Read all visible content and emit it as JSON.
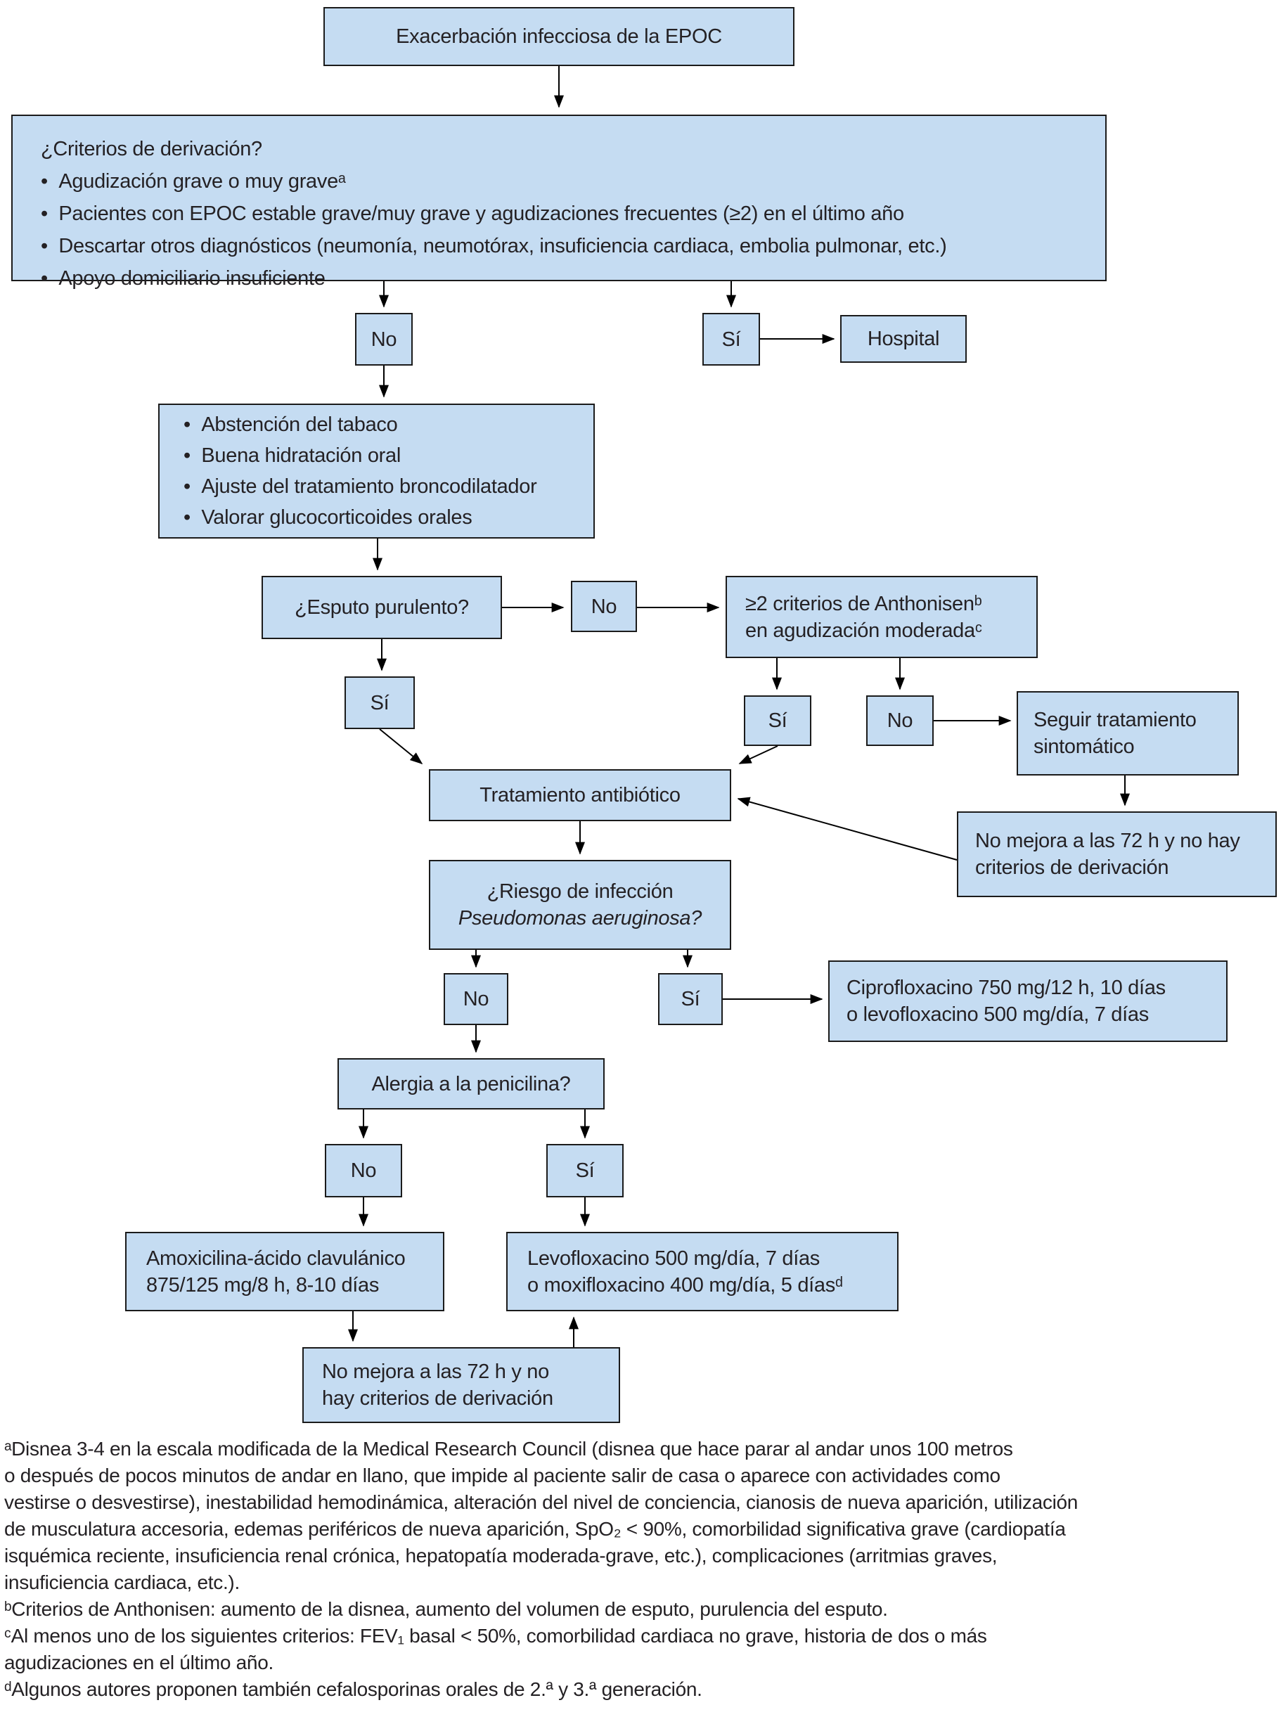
{
  "palette": {
    "box_fill": "#c5dcf2",
    "box_border": "#1b1b1b",
    "arrow": "#000000",
    "text": "#242124"
  },
  "nodes": {
    "start": {
      "label": "Exacerbación infecciosa de la EPOC"
    },
    "criteria": {
      "title": "¿Criterios de derivación?",
      "bullets": [
        "Agudización grave o muy graveᵃ",
        "Pacientes con EPOC estable grave/muy grave y agudizaciones frecuentes (≥2) en el último año",
        "Descartar otros diagnósticos (neumonía, neumotórax, insuficiencia cardiaca, embolia pulmonar, etc.)",
        "Apoyo domiciliario insuficiente"
      ]
    },
    "no_referral": {
      "label": "No"
    },
    "yes_referral": {
      "label": "Sí"
    },
    "hospital": {
      "label": "Hospital"
    },
    "care": {
      "bullets": [
        "Abstención del tabaco",
        "Buena hidratación oral",
        "Ajuste del tratamiento broncodilatador",
        "Valorar glucocorticoides orales"
      ]
    },
    "sputum": {
      "label": "¿Esputo purulento?"
    },
    "no_sputum": {
      "label": "No"
    },
    "anthonisen": {
      "line1": "≥2 criterios de Anthonisenᵇ",
      "line2": "en agudización moderadaᶜ"
    },
    "yes_sputum": {
      "label": "Sí"
    },
    "yes_anthonisen": {
      "label": "Sí"
    },
    "no_anthonisen": {
      "label": "No"
    },
    "symptomatic": {
      "line1": "Seguir tratamiento",
      "line2": "sintomático"
    },
    "antibiotic": {
      "label": "Tratamiento antibiótico"
    },
    "no_improvement_right": {
      "line1": "No mejora a las 72 h y no hay",
      "line2": "criterios de derivación"
    },
    "pseudomonas": {
      "line1": "¿Riesgo de infección",
      "line2": "Pseudomonas aeruginosa?"
    },
    "no_pseudomonas": {
      "label": "No"
    },
    "yes_pseudomonas": {
      "label": "Sí"
    },
    "ciprofloxacin": {
      "line1": "Ciprofloxacino 750 mg/12 h, 10 días",
      "line2": "o levofloxacino 500 mg/día, 7 días"
    },
    "allergy": {
      "label": "Alergia a la penicilina?"
    },
    "no_allergy": {
      "label": "No"
    },
    "yes_allergy": {
      "label": "Sí"
    },
    "amoxicillin": {
      "line1": "Amoxicilina-ácido clavulánico",
      "line2": "875/125 mg/8 h, 8-10 días"
    },
    "levofloxacin": {
      "line1": "Levofloxacino 500 mg/día, 7 días",
      "line2": "o moxifloxacino 400 mg/día, 5 díasᵈ"
    },
    "no_improvement_bottom": {
      "line1": "No mejora a las 72 h y no",
      "line2": "hay criterios de derivación"
    }
  },
  "footnotes": [
    "ᵃDisnea 3-4 en la escala modificada de la Medical Research Council (disnea que hace parar al andar unos 100 metros",
    "o después de pocos minutos de andar en llano, que impide al paciente salir de casa o aparece con actividades como",
    "vestirse o desvestirse), inestabilidad hemodinámica, alteración del nivel de conciencia, cianosis de nueva aparición, utilización",
    "de musculatura accesoria, edemas periféricos de nueva aparición, SpO₂ < 90%, comorbilidad significativa grave (cardiopatía",
    "isquémica reciente, insuficiencia renal crónica, hepatopatía moderada-grave, etc.), complicaciones (arritmias graves,",
    "insuficiencia cardiaca, etc.).",
    "ᵇCriterios de Anthonisen: aumento de la disnea, aumento del volumen de esputo, purulencia del esputo.",
    "ᶜAl menos uno de los siguientes criterios: FEV₁ basal < 50%, comorbilidad cardiaca no grave, historia de dos o más",
    "agudizaciones en el último año.",
    "ᵈAlgunos autores proponen también cefalosporinas orales de 2.ª y 3.ª generación."
  ]
}
